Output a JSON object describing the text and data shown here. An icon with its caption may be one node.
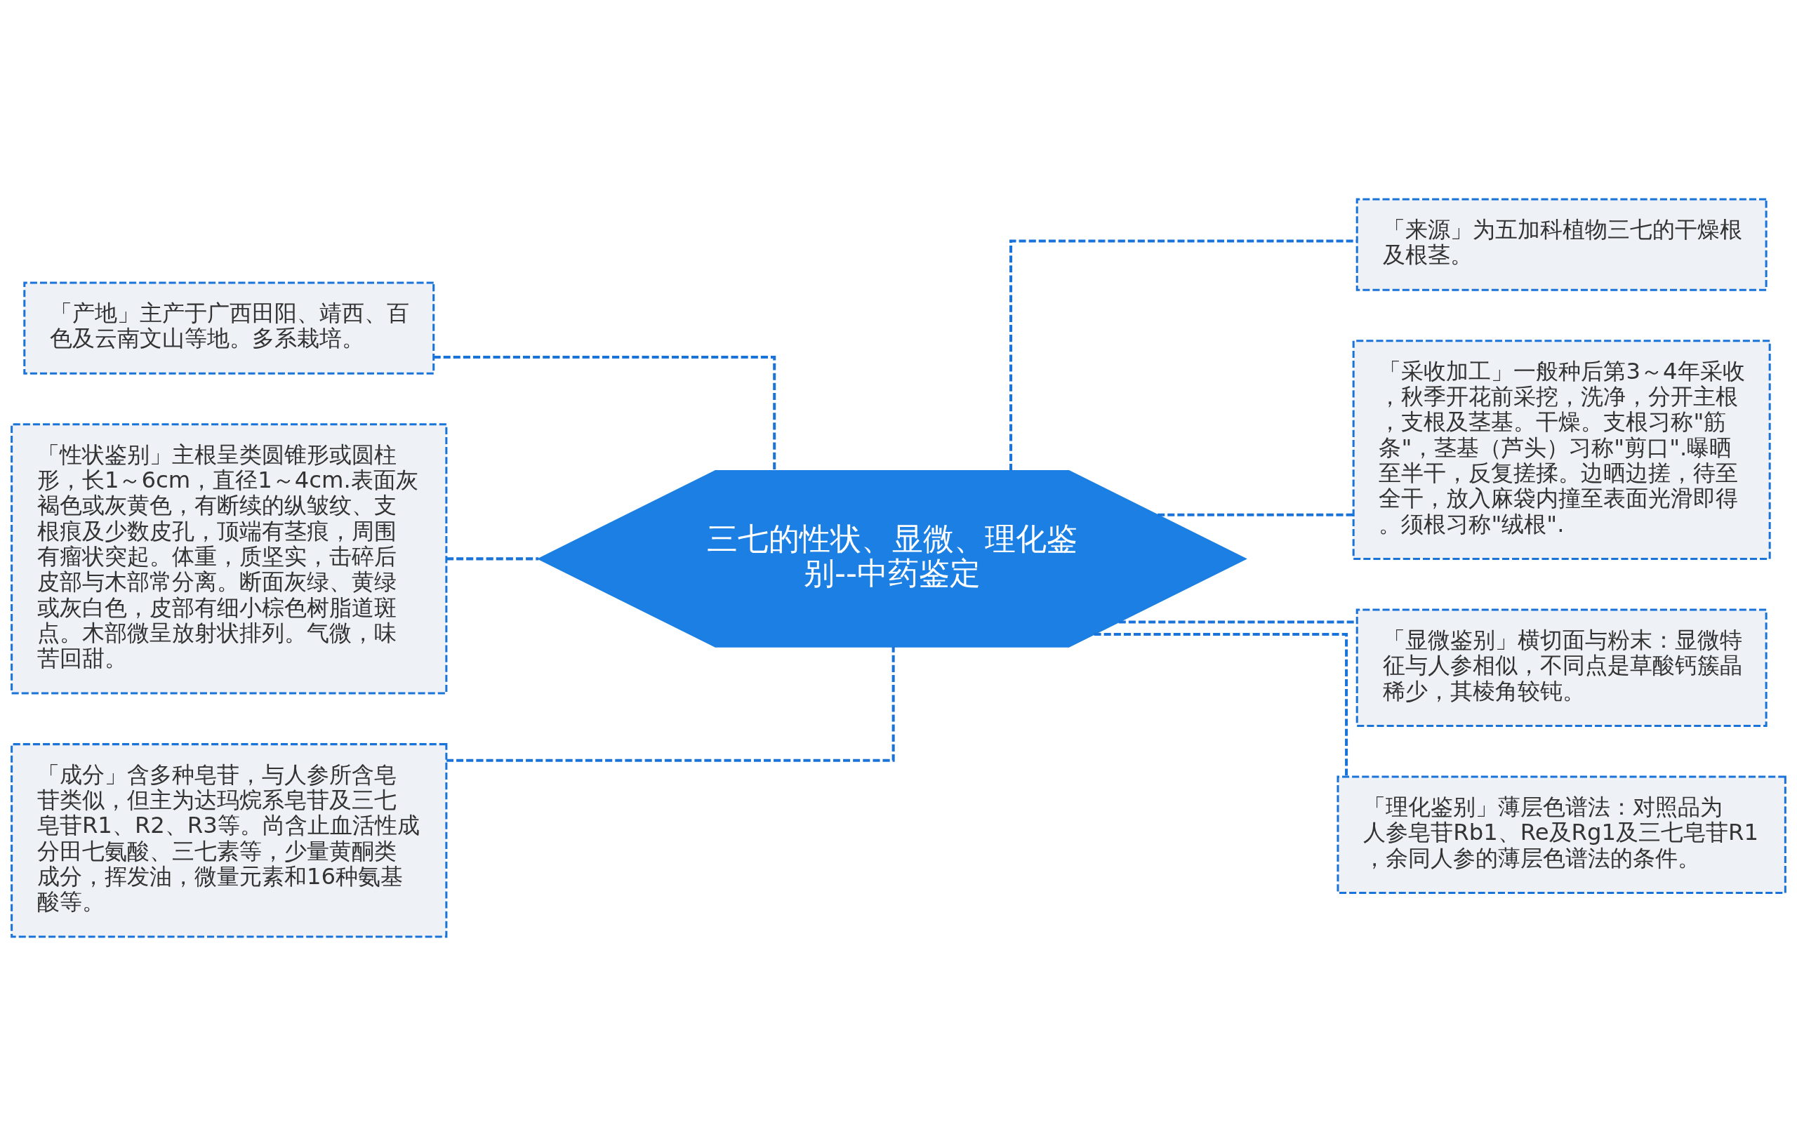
{
  "diagram": {
    "nodes": [
      {
        "text": [
          "三七的性状、显微、理化鉴别--中药鉴定"
        ]
      },
      {
        "text": [
          "「产地」主产于广西田阳、靖西、百色及云南文山等地。多系栽培。"
        ]
      },
      {
        "text": [
          "「性状鉴别」主根呈类圆锥形或圆柱形，长1～6cm，直径1～4cm.表面灰褐色或灰黄色，有断续的纵皱纹、支根痕及少数皮孔，顶端有茎痕，周围有瘤状突起。体重，质坚实，击碎后皮部与木部常分离。断面灰绿、黄绿或灰白色，皮部有细小棕色树脂道斑点。木部微呈放射状排列。气微，味苦回甜。"
        ]
      },
      {
        "text": [
          "「成分」含多种皂苷，与人参所含皂苷类似，但主为达玛烷系皂苷及三七皂苷R1、R2、R3等。尚含止血活性成分田七氨酸、三七素等，少量黄酮类成分，挥发油，微量元素和16种氨基酸等。"
        ]
      },
      {
        "text": [
          "「来源」为五加科植物三七的干燥根及根茎。"
        ]
      },
      {
        "text": [
          "「采收加工」一般种后第3～4年采收，秋季开花前采挖，洗净，分开主根，支根及茎基。干燥。支根习称\"筋条\"，茎基（芦头）习称\"剪口\".曝晒至半干，反复搓揉。边晒边搓，待至全干，放入麻袋内撞至表面光滑即得。须根习称\"绒根\"."
        ]
      },
      {
        "text": [
          "「显微鉴别」横切面与粉末：显微特征与人参相似，不同点是草酸钙簇晶稀少，其棱角较钝。"
        ]
      },
      {
        "text": [
          "「理化鉴别」薄层色谱法：对照品为人参皂苷Rb1、Re及Rg1及三七皂苷R1，余同人参的薄层色谱法的条件。"
        ]
      }
    ],
    "edges": [
      {
        "from": 0,
        "to": 1,
        "arrow": "none",
        "style": "dashed"
      },
      {
        "from": 0,
        "to": 2,
        "arrow": "none",
        "style": "dashed"
      },
      {
        "from": 0,
        "to": 3,
        "arrow": "none",
        "style": "dashed"
      },
      {
        "from": 0,
        "to": 4,
        "arrow": "none",
        "style": "dashed"
      },
      {
        "from": 0,
        "to": 5,
        "arrow": "none",
        "style": "dashed"
      },
      {
        "from": 0,
        "to": 6,
        "arrow": "none",
        "style": "dashed"
      },
      {
        "from": 0,
        "to": 7,
        "arrow": "none",
        "style": "dashed"
      }
    ]
  }
}
